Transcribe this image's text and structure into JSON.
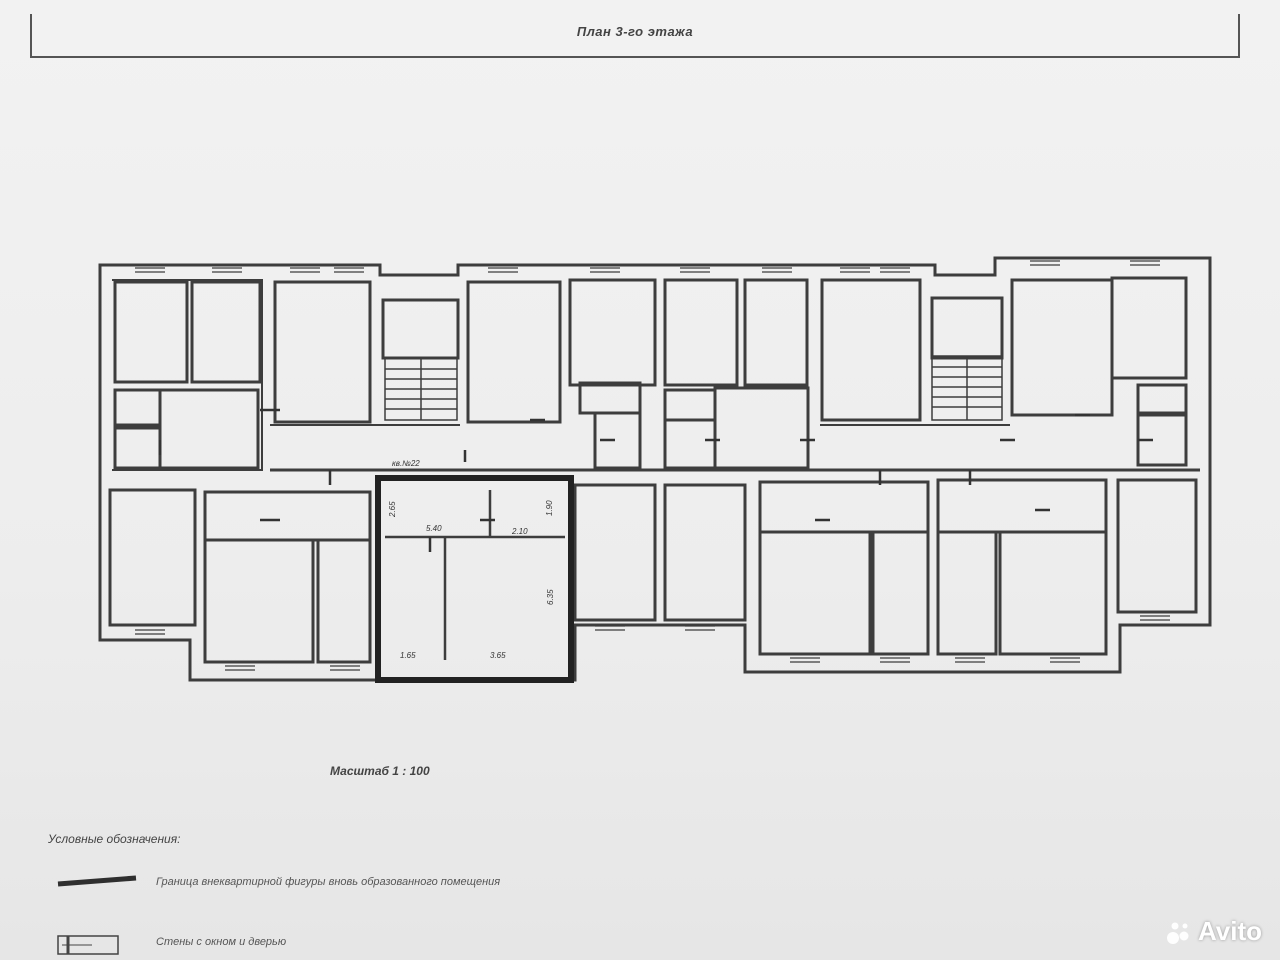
{
  "sheet": {
    "title": "План 3-го этажа",
    "scale": "Масштаб 1 : 100"
  },
  "plan": {
    "apartment_label": "кв.№22",
    "dimensions": [
      "2.65",
      "5.40",
      "2.10",
      "1.90",
      "6.35",
      "1.65",
      "3.65"
    ]
  },
  "legend": {
    "title": "Условные обозначения:",
    "items": [
      {
        "label": "Граница внеквартирной фигуры вновь образованного помещения"
      },
      {
        "label": "Стены с окном и дверью"
      }
    ]
  },
  "watermark": {
    "text": "Avito"
  },
  "colors": {
    "line": "#3d3d3d",
    "highlight": "#222222",
    "paper": "#efefef"
  }
}
